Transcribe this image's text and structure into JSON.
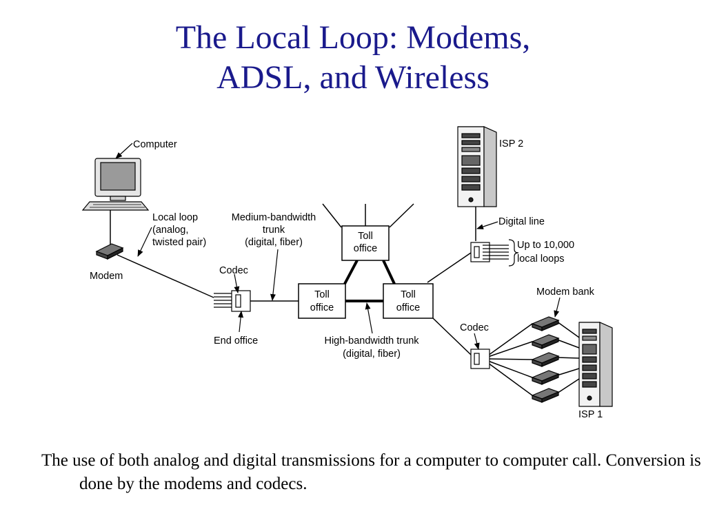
{
  "slide": {
    "title_line1": "The Local Loop: Modems,",
    "title_line2": "ADSL, and Wireless",
    "caption": "The use of both analog and digital transmissions for a computer to computer call.  Conversion is done by the modems and codecs."
  },
  "diagram": {
    "labels": {
      "computer": "Computer",
      "modem": "Modem",
      "local_loop_1": "Local loop",
      "local_loop_2": "(analog,",
      "local_loop_3": "twisted pair)",
      "codec_left": "Codec",
      "end_office": "End office",
      "medium_trunk_1": "Medium-bandwidth",
      "medium_trunk_2": "trunk",
      "medium_trunk_3": "(digital, fiber)",
      "toll_office_top_1": "Toll",
      "toll_office_top_2": "office",
      "toll_office_left_1": "Toll",
      "toll_office_left_2": "office",
      "toll_office_right_1": "Toll",
      "toll_office_right_2": "office",
      "high_trunk_1": "High-bandwidth trunk",
      "high_trunk_2": "(digital, fiber)",
      "isp2": "ISP 2",
      "digital_line": "Digital line",
      "loops_1": "Up to 10,000",
      "loops_2": "local loops",
      "modem_bank": "Modem bank",
      "codec_right": "Codec",
      "isp1": "ISP 1"
    },
    "colors": {
      "title": "#1a1a8c",
      "line": "#000000"
    }
  }
}
